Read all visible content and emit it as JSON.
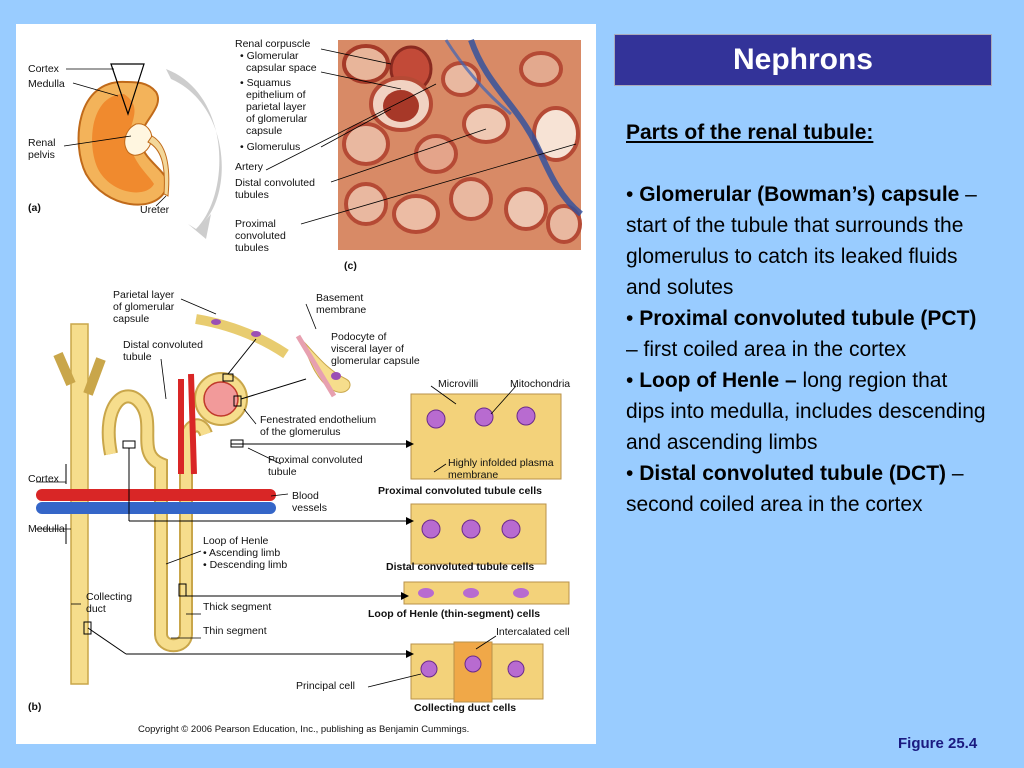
{
  "slide": {
    "title": "Nephrons",
    "heading": "Parts of the renal tubule:",
    "bullets": [
      {
        "bold": "Glomerular (Bowman’s) capsule",
        "text": " – start of the tubule that surrounds the glomerulus to catch its leaked fluids and solutes"
      },
      {
        "bold": "Proximal convoluted tubule (PCT)",
        "text": " – first coiled area in the cortex"
      },
      {
        "bold": "Loop of Henle –",
        "text": " long region that dips into medulla, includes descending and ascending limbs"
      },
      {
        "bold": "Distal convoluted tubule (DCT)",
        "text": " – second coiled area in the cortex"
      }
    ],
    "bullet_char": "•",
    "figure_ref": "Figure 25.4"
  },
  "figure": {
    "labels_a": {
      "cortex": "Cortex",
      "medulla": "Medulla",
      "renal_pelvis_1": "Renal",
      "renal_pelvis_2": "pelvis",
      "ureter": "Ureter",
      "panel": "(a)"
    },
    "labels_c": {
      "renal_corpuscle": "Renal corpuscle",
      "glom_caps_1": "• Glomerular",
      "glom_caps_2": "capsular space",
      "squamus_1": "• Squamus",
      "squamus_2": "epithelium of",
      "squamus_3": "parietal layer",
      "squamus_4": "of glomerular",
      "squamus_5": "capsule",
      "glomerulus": "• Glomerulus",
      "artery": "Artery",
      "dct_1": "Distal convoluted",
      "dct_2": "tubules",
      "pct_1": "Proximal",
      "pct_2": "convoluted",
      "pct_3": "tubules",
      "panel": "(c)"
    },
    "labels_b": {
      "parietal_1": "Parietal layer",
      "parietal_2": "of glomerular",
      "parietal_3": "capsule",
      "basement_1": "Basement",
      "basement_2": "membrane",
      "dct_1": "Distal convoluted",
      "dct_2": "tubule",
      "podocyte_1": "Podocyte of",
      "podocyte_2": "visceral layer of",
      "podocyte_3": "glomerular capsule",
      "microvilli": "Microvilli",
      "mitochondria": "Mitochondria",
      "fenestrated_1": "Fenestrated endothelium",
      "fenestrated_2": "of the glomerulus",
      "infolded_1": "Highly infolded plasma",
      "infolded_2": "membrane",
      "pct_1": "Proximal convoluted",
      "pct_2": "tubule",
      "pct_cells": "Proximal convoluted tubule cells",
      "cortex": "Cortex",
      "blood_1": "Blood",
      "blood_2": "vessels",
      "medulla": "Medulla",
      "henle": "Loop of Henle",
      "asc": "• Ascending limb",
      "desc": "• Descending limb",
      "dct_cells": "Distal convoluted tubule cells",
      "collecting_1": "Collecting",
      "collecting_2": "duct",
      "thick": "Thick segment",
      "thin": "Thin segment",
      "loh_cells": "Loop of Henle (thin-segment) cells",
      "intercalated": "Intercalated cell",
      "principal": "Principal cell",
      "cd_cells": "Collecting duct cells",
      "panel": "(b)"
    },
    "copyright": "Copyright © 2006 Pearson Education, Inc., publishing as Benjamin Cummings."
  }
}
